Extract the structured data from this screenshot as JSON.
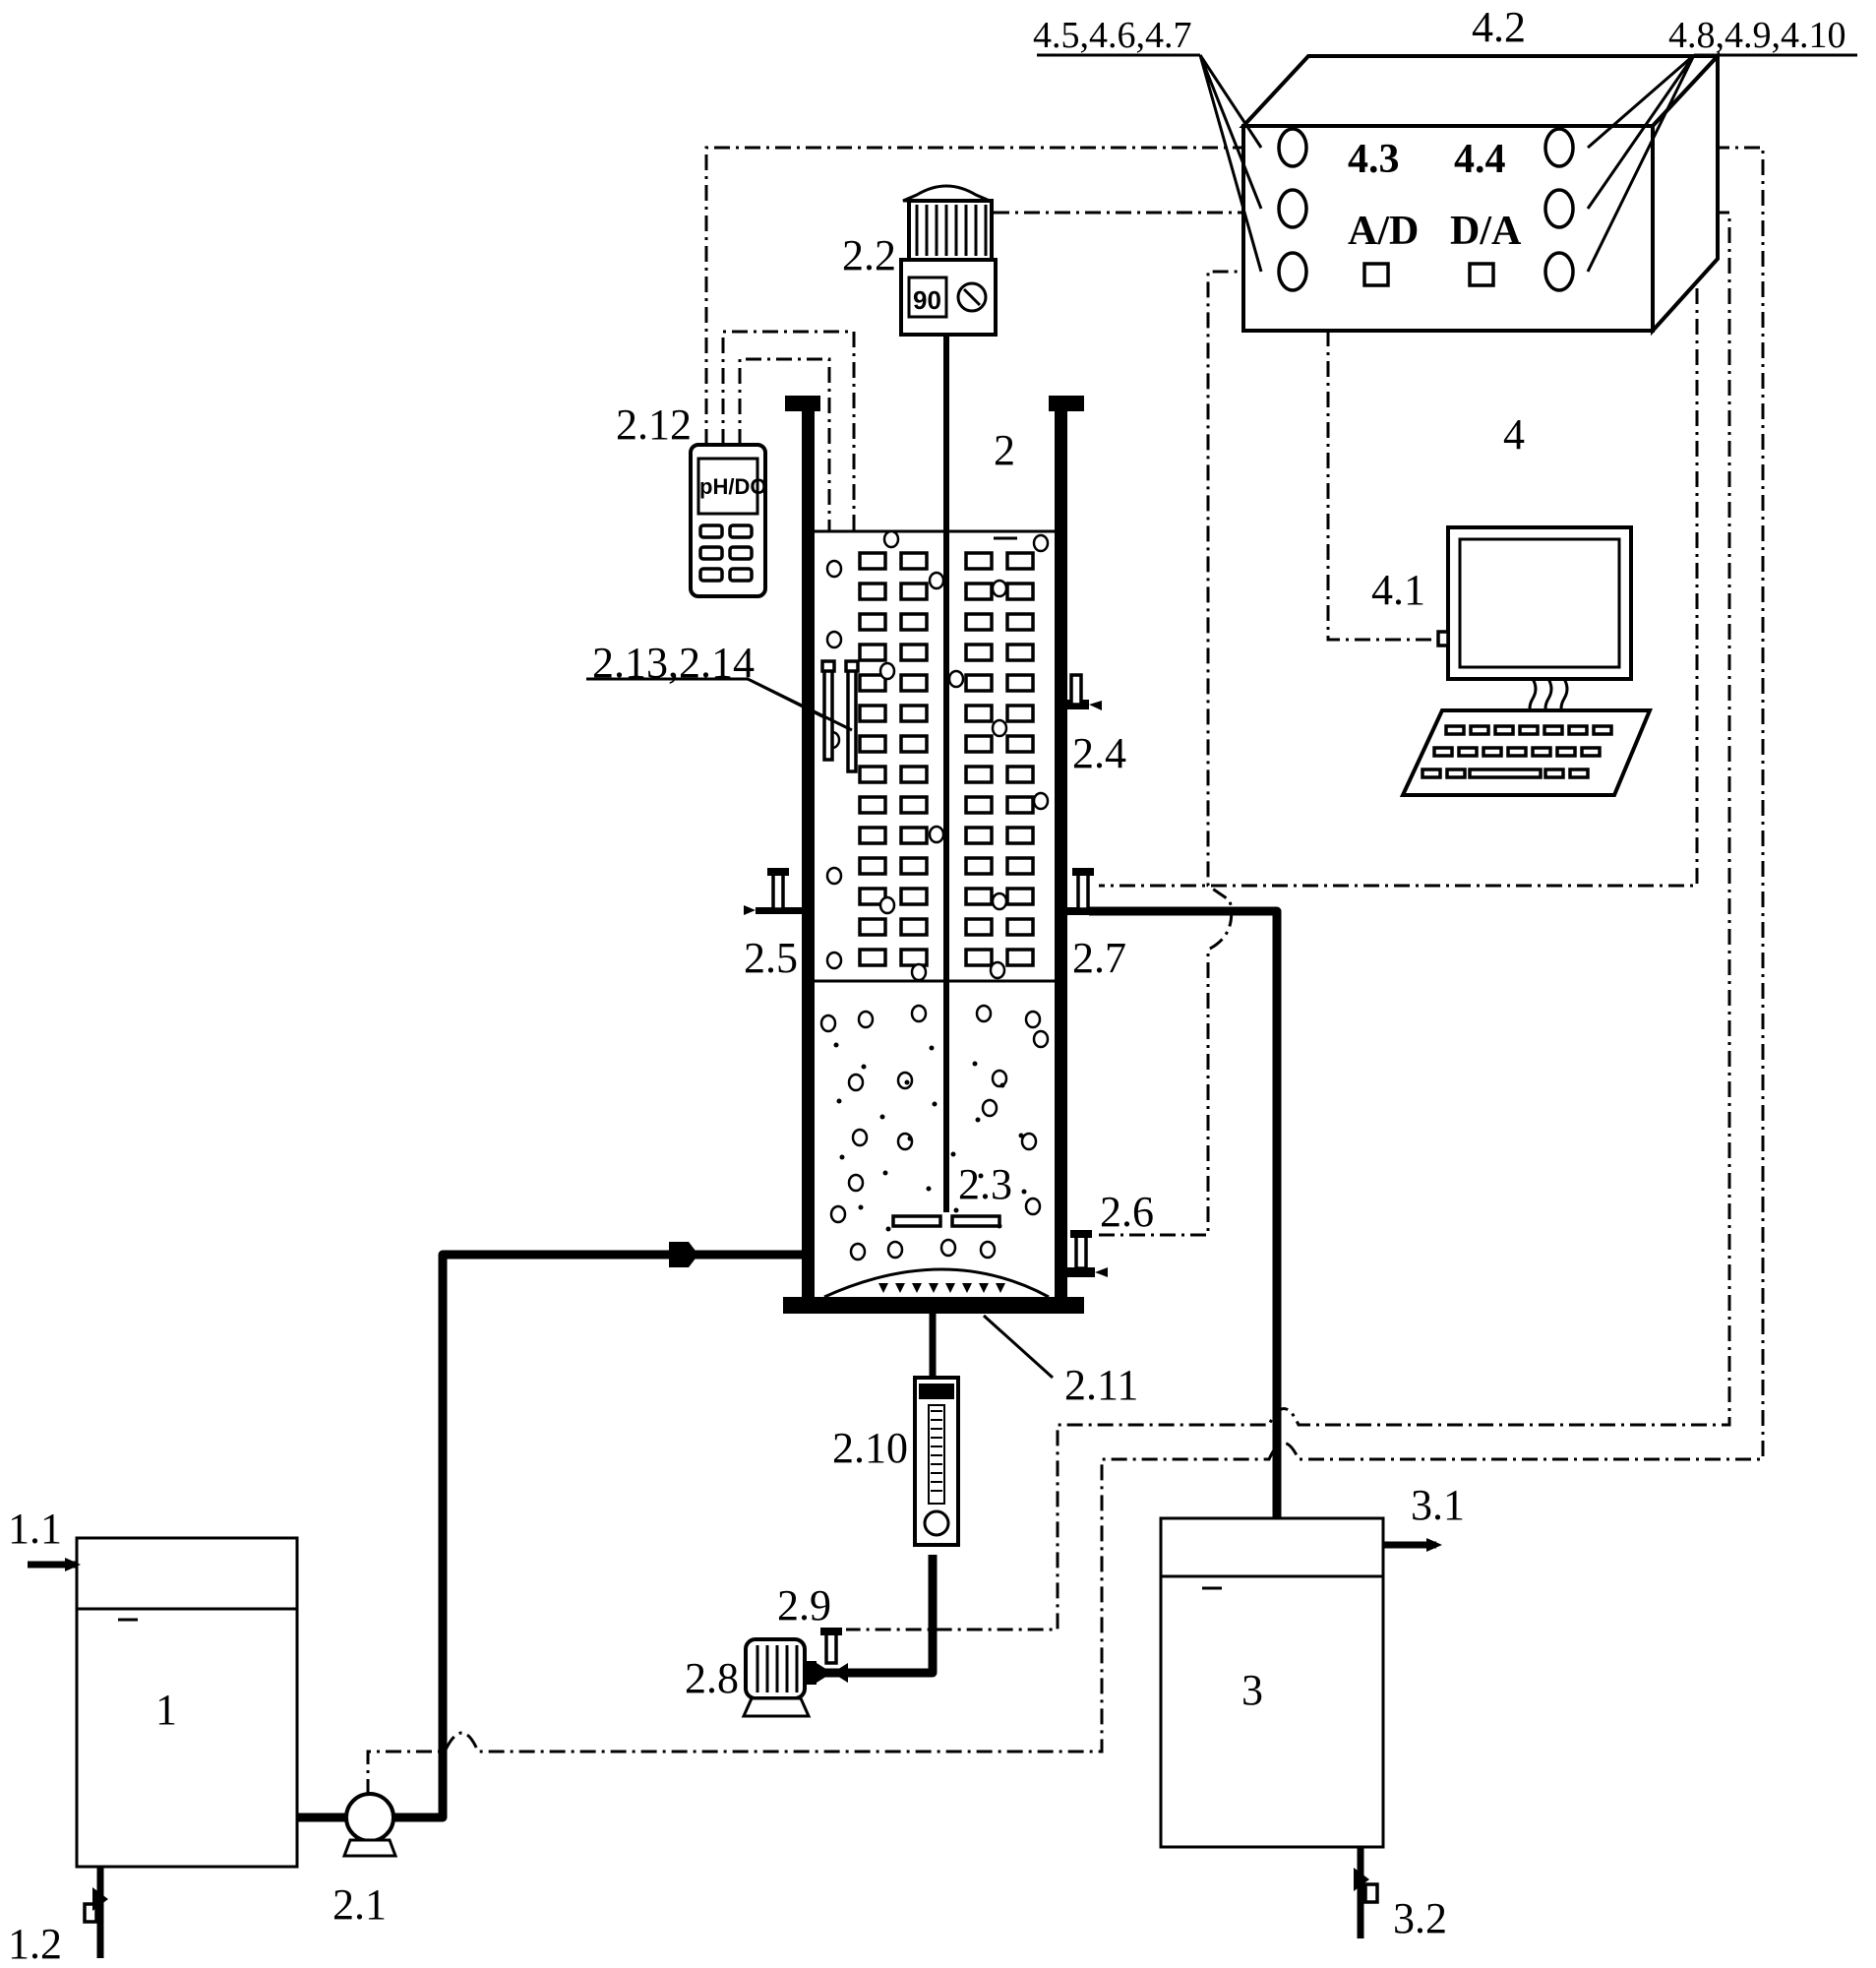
{
  "labels": {
    "tank_feed": "1",
    "tank_feed_inlet": "1.1",
    "tank_feed_drain": "1.2",
    "reactor": "2",
    "feed_pump": "2.1",
    "stirrer_motor": "2.2",
    "impeller": "2.3",
    "port_2_4": "2.4",
    "port_2_5": "2.5",
    "port_2_6": "2.6",
    "port_2_7": "2.7",
    "air_pump": "2.8",
    "air_valve": "2.9",
    "flowmeter": "2.10",
    "diffuser": "2.11",
    "ph_do_meter": "2.12",
    "probes": "2.13,2.14",
    "tank_effluent": "3",
    "tank_effluent_outlet": "3.1",
    "tank_effluent_drain": "3.2",
    "control_system": "4",
    "computer": "4.1",
    "control_box": "4.2",
    "ad_module_no": "4.3",
    "da_module_no": "4.4",
    "inputs_group": "4.5,4.6,4.7",
    "outputs_group": "4.8,4.9,4.10"
  },
  "panel_text": {
    "ad": "A/D",
    "da": "D/A",
    "motor_display": "90",
    "meter_display": "pH/DO"
  }
}
